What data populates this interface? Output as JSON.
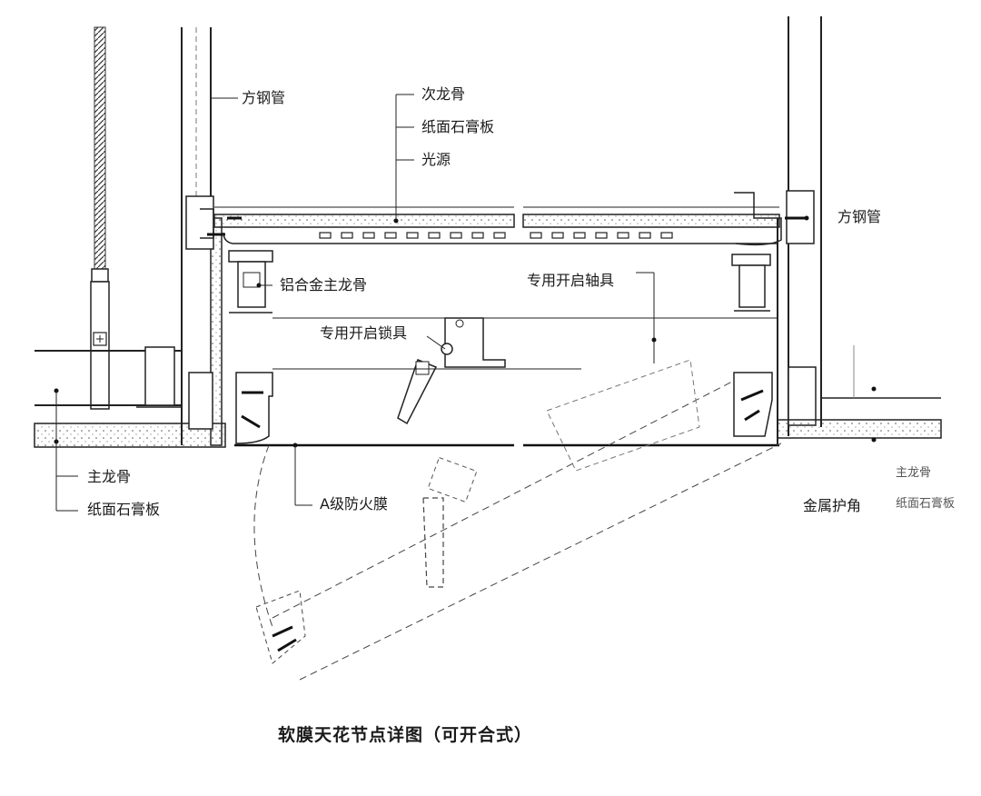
{
  "labels": {
    "square_steel_tube_left": "方钢管",
    "secondary_keel": "次龙骨",
    "gypsum_board_top": "纸面石膏板",
    "light_source": "光源",
    "square_steel_tube_right": "方钢管",
    "aluminum_main_keel": "铝合金主龙骨",
    "opening_shaft_fitting": "专用开启轴具",
    "opening_lock_fitting": "专用开启锁具",
    "main_keel_left": "主龙骨",
    "gypsum_board_left": "纸面石膏板",
    "fireproof_membrane": "A级防火膜",
    "metal_corner_guard": "金属护角",
    "faint_main_keel_right": "主龙骨",
    "faint_gypsum_right": "纸面石膏板"
  },
  "caption": "软膜天花节点详图（可开合式）",
  "colors": {
    "line": "#1a1a1a",
    "board_fill": "#ffffff",
    "faint": "#9a9a9a"
  }
}
